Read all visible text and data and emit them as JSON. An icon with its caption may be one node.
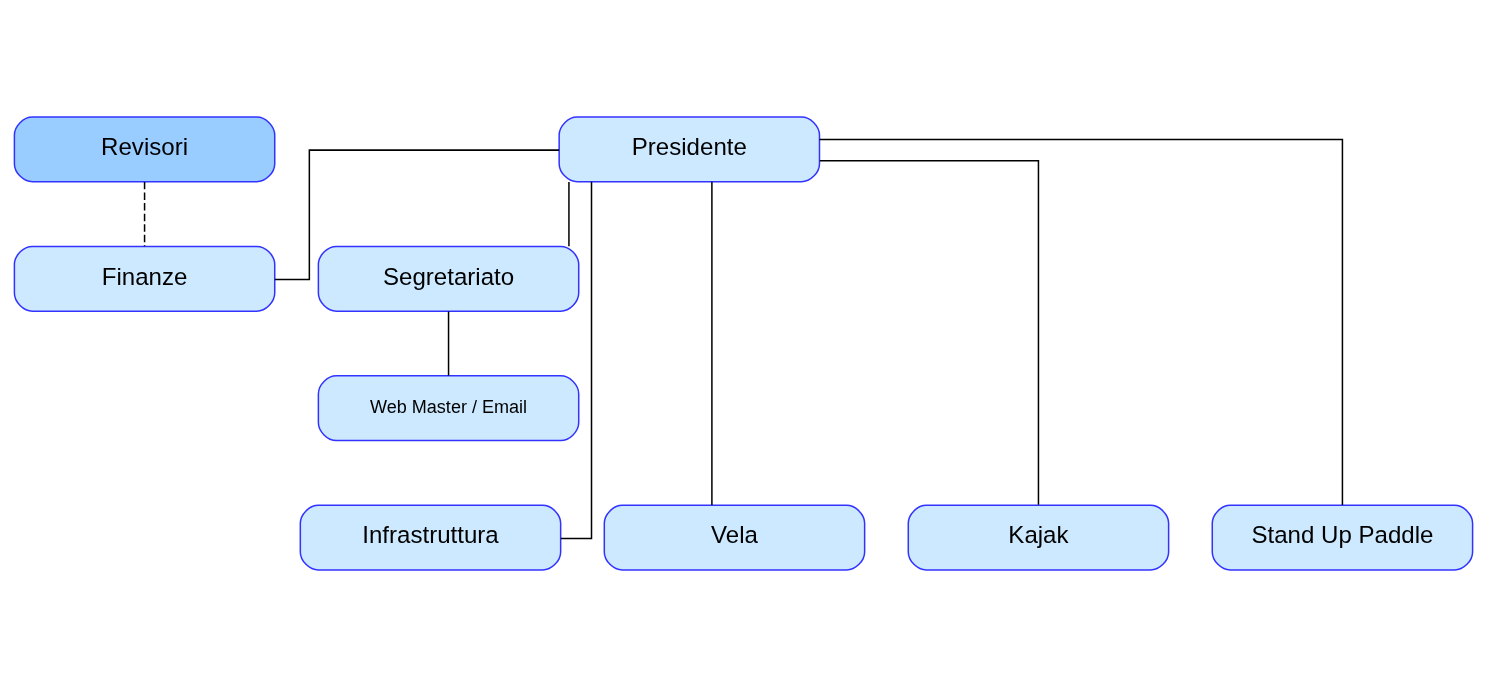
{
  "diagram": {
    "nodes": [
      {
        "text": [
          "Presidente"
        ]
      },
      {
        "text": [
          "Revisori"
        ]
      },
      {
        "text": [
          "Segretariato"
        ]
      },
      {
        "text": [
          "Finanze"
        ]
      },
      {
        "text": [
          "Web Master / Email"
        ]
      },
      {
        "text": [
          "Infrastruttura"
        ]
      },
      {
        "text": [
          "Vela"
        ]
      },
      {
        "text": [
          "Kajak"
        ]
      },
      {
        "text": [
          "Stand Up Paddle"
        ]
      }
    ],
    "edges": [
      {
        "from": 0,
        "to": 2,
        "arrow": "none"
      },
      {
        "from": 0,
        "to": 3,
        "arrow": "none"
      },
      {
        "from": 1,
        "to": 3,
        "arrow": "none",
        "style": "dashed"
      },
      {
        "from": 2,
        "to": 4,
        "arrow": "none"
      },
      {
        "from": 0,
        "to": 5,
        "arrow": "none"
      },
      {
        "from": 0,
        "to": 6,
        "arrow": "none"
      },
      {
        "from": 0,
        "to": 7,
        "arrow": "none"
      },
      {
        "from": 0,
        "to": 8,
        "arrow": "none"
      }
    ]
  }
}
